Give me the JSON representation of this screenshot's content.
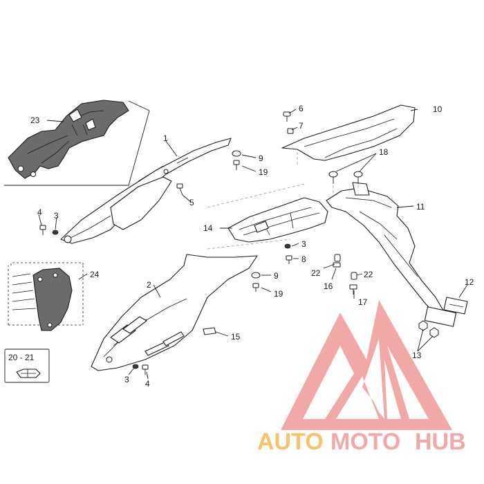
{
  "callouts": {
    "c1": "1",
    "c2": "2",
    "c3a": "3",
    "c3b": "3",
    "c3c": "3",
    "c4a": "4",
    "c4b": "4",
    "c5": "5",
    "c6": "6",
    "c7": "7",
    "c8": "8",
    "c9a": "9",
    "c9b": "9",
    "c10": "10",
    "c11": "11",
    "c12": "12",
    "c13": "13",
    "c14": "14",
    "c15": "15",
    "c16": "16",
    "c17": "17",
    "c18": "18",
    "c19a": "19",
    "c19b": "19",
    "c22a": "22",
    "c22b": "22",
    "c23": "23",
    "c24": "24",
    "c2021": "20 - 21"
  },
  "watermark": {
    "part1": "AUTO",
    "part2": "MOTO",
    "part3": "HUB",
    "color_triangle": "#ee9a98",
    "color_auto": "#f6c26b",
    "color_moto_hub": "#f0a9a8"
  }
}
